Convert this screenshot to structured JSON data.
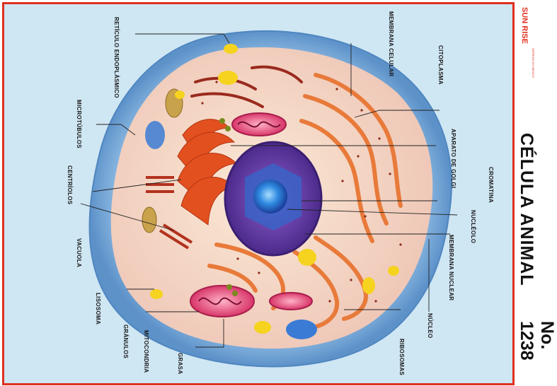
{
  "title": "CÉLULA ANIMAL",
  "number": "No. 1238",
  "brand": "SUN RISE",
  "imprint": "IMPRESO EN MÉXICO",
  "labels": {
    "reticulo": "RETÍCULO ENDOPLÁSMICO",
    "membrana_celular": "MEMBRANA CELULAR",
    "citoplasma": "CITOPLASMA",
    "microtubulos": "MICROTÚBULOS",
    "aparato_golgi": "APARATO DE GOLGI",
    "centriolos": "CENTRÍOLOS",
    "cromatina": "CROMATINA",
    "vacuola": "VACUOLA",
    "nucleolo": "NUCLÉOLO",
    "membrana_nuclear": "MEMBRANA NUCLEAR",
    "lisosoma": "LISOSOMA",
    "nucleo": "NÚCLEO",
    "granulos": "GRÁNULOS",
    "mitocondria": "MITOCONDRIA",
    "grasa": "GRASA",
    "ribosomas": "RIBOSOMAS"
  },
  "colors": {
    "frame": "#e0301e",
    "background": "#cfe6f3",
    "membrane": "#7fb0dc",
    "cytoplasm": "#f4d6c4",
    "nucleus": "#6a3fa8",
    "nucleolus": "#2e6fd8",
    "golgi": "#e3501f"
  }
}
